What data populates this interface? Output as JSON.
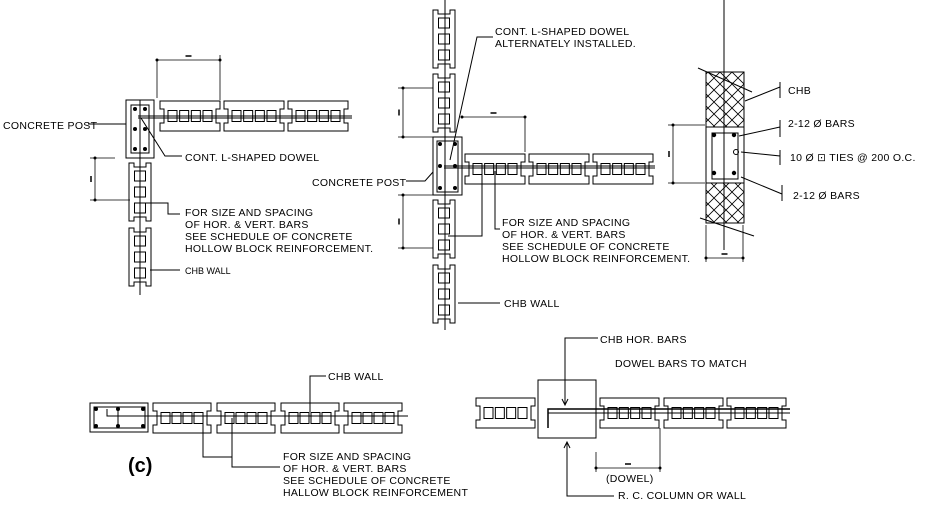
{
  "detail_a": {
    "post_label": "CONCRETE POST",
    "dowel_label": "CONT. L-SHAPED DOWEL",
    "note": [
      "FOR SIZE AND SPACING",
      "OF HOR. & VERT. BARS",
      "SEE SCHEDULE OF CONCRETE",
      "HOLLOW BLOCK REINFORCEMENT."
    ],
    "wall_label": "CHB WALL"
  },
  "detail_b": {
    "dowel_label": [
      "CONT. L-SHAPED DOWEL",
      "ALTERNATELY INSTALLED."
    ],
    "post_label": "CONCRETE POST",
    "note": [
      "FOR SIZE AND SPACING",
      "OF HOR. & VERT. BARS",
      "SEE SCHEDULE OF CONCRETE",
      "HOLLOW BLOCK REINFORCEMENT."
    ],
    "wall_label": "CHB WALL"
  },
  "detail_section": {
    "chb_label": "CHB",
    "bars_top": "2-12 Ø BARS",
    "ties": "10 Ø ⊡ TIES @ 200 O.C.",
    "bars_bottom": "2-12 Ø BARS"
  },
  "detail_c": {
    "caption": "(c)",
    "wall_label": "CHB WALL",
    "note": [
      "FOR SIZE AND SPACING",
      "OF HOR. & VERT. BARS",
      "SEE SCHEDULE OF CONCRETE",
      "HALLOW BLOCK REINFORCEMENT"
    ]
  },
  "detail_d": {
    "hor_bars": "CHB HOR. BARS",
    "dowel_match": "DOWEL BARS TO MATCH",
    "dowel_dim": "(DOWEL)",
    "column_label": "R. C. COLUMN OR WALL"
  }
}
